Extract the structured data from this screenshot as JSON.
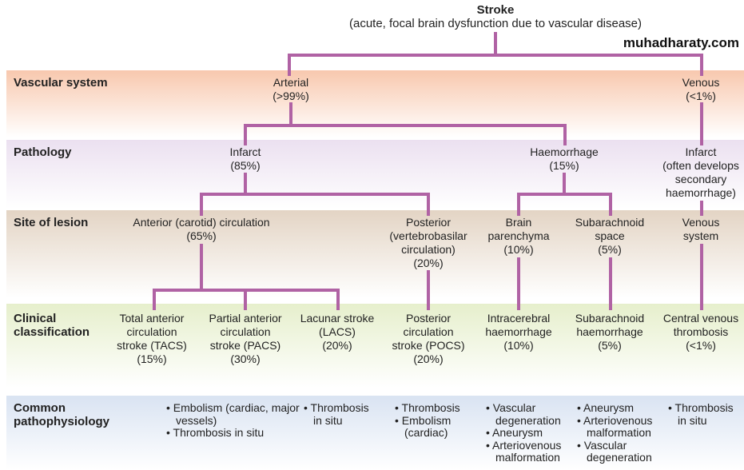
{
  "title": {
    "main": "Stroke",
    "subtitle": "(acute, focal brain dysfunction due to vascular disease)"
  },
  "colors": {
    "connector": "#b062a4",
    "vascular_band": "#f8c8ae",
    "pathology_band": "#ebe0f0",
    "site_band": "#e3d4c4",
    "clinical_band": "#e6efcc",
    "common_band": "#d9e3f2"
  },
  "rows": {
    "vascular": "Vascular system",
    "pathology": "Pathology",
    "site": "Site of lesion",
    "clinical": "Clinical classification",
    "common": "Common pathophysiology"
  },
  "nodes": {
    "arterial": [
      "Arterial",
      "(>99%)"
    ],
    "venous": [
      "Venous",
      "(<1%)"
    ],
    "infarct": [
      "Infarct",
      "(85%)"
    ],
    "haemorrhage": [
      "Haemorrhage",
      "(15%)"
    ],
    "venous_infarct": [
      "Infarct",
      "(often develops",
      "secondary",
      "haemorrhage)"
    ],
    "anterior": [
      "Anterior (carotid) circulation",
      "(65%)"
    ],
    "posterior": [
      "Posterior",
      "(vertebrobasilar",
      "circulation)",
      "(20%)"
    ],
    "brain": [
      "Brain",
      "parenchyma",
      "(10%)"
    ],
    "subarachnoid_space": [
      "Subarachnoid",
      "space",
      "(5%)"
    ],
    "venous_system": [
      "Venous",
      "system"
    ],
    "tacs": [
      "Total anterior",
      "circulation",
      "stroke (TACS)",
      "(15%)"
    ],
    "pacs": [
      "Partial anterior",
      "circulation",
      "stroke (PACS)",
      "(30%)"
    ],
    "lacs": [
      "Lacunar stroke",
      "(LACS)",
      "(20%)"
    ],
    "pocs": [
      "Posterior",
      "circulation",
      "stroke (POCS)",
      "(20%)"
    ],
    "ich": [
      "Intracerebral",
      "haemorrhage",
      "(10%)"
    ],
    "sah": [
      "Subarachnoid",
      "haemorrhage",
      "(5%)"
    ],
    "cvt": [
      "Central venous",
      "thrombosis",
      "(<1%)"
    ]
  },
  "pathophysiology": {
    "anterior": [
      "Embolism (cardiac, major vessels)",
      "Thrombosis in situ"
    ],
    "lacunar": [
      "Thrombosis in situ"
    ],
    "posterior": [
      "Thrombosis",
      "Embolism (cardiac)"
    ],
    "ich": [
      "Vascular degeneration",
      "Aneurysm",
      "Arteriovenous malformation"
    ],
    "sah": [
      "Aneurysm",
      "Arteriovenous malformation",
      "Vascular degeneration"
    ],
    "cvt": [
      "Thrombosis in situ"
    ]
  },
  "watermark": "muhadharaty.com"
}
